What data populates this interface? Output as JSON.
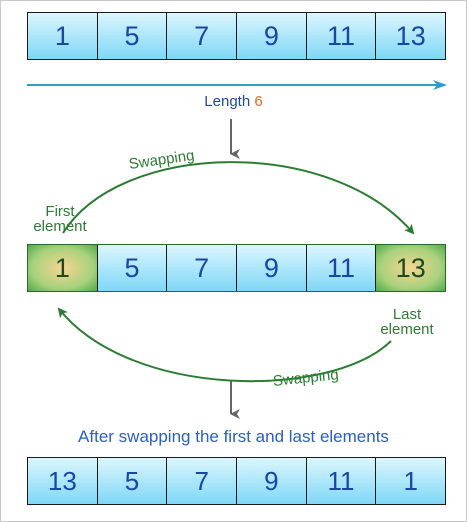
{
  "original_array": [
    "1",
    "5",
    "7",
    "9",
    "11",
    "13"
  ],
  "length_label": "Length",
  "length_value": "6",
  "swap_label_top": "Swapping",
  "swap_label_bottom": "Swapping",
  "first_label_line1": "First",
  "first_label_line2": "element",
  "last_label_line1": "Last",
  "last_label_line2": "element",
  "swap_array": [
    "1",
    "5",
    "7",
    "9",
    "11",
    "13"
  ],
  "highlighted_indices": [
    0,
    5
  ],
  "after_caption": "After swapping the first and last elements",
  "result_array": [
    "13",
    "5",
    "7",
    "9",
    "11",
    "1"
  ],
  "colors": {
    "cell_text": "#1847a8",
    "accent_blue": "#2b5fc0",
    "length_value": "#dd6b1e",
    "swap_arrow": "#2c7d34",
    "length_line": "#2aa0c8"
  },
  "icons": [
    "down-arrow-icon",
    "curved-arrow-icon"
  ]
}
